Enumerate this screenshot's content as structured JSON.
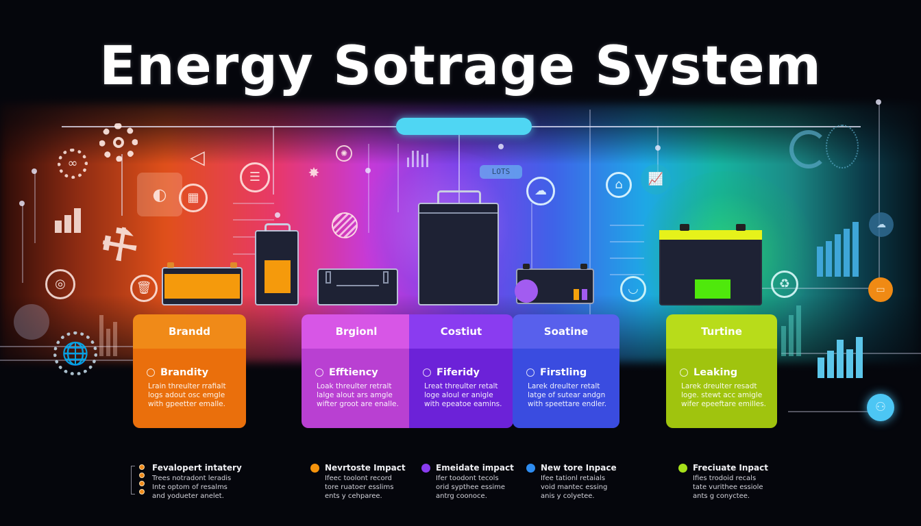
{
  "title": "Energy Sotrage System",
  "diagram": {
    "top_pill_label": "",
    "tag_label": "LOTS",
    "background_gradient": [
      "#8a2a12",
      "#e0501a",
      "#e8386a",
      "#c63ad8",
      "#7a3fe8",
      "#3f62e8",
      "#1ea8e6",
      "#16b4a0",
      "#0b3a48"
    ],
    "icons": [
      "gear-icon",
      "link-gear-icon",
      "bar-chart-icon",
      "wrench-icon",
      "target-icon",
      "trash-icon",
      "globe-gear-icon",
      "megaphone-icon",
      "calculator-icon",
      "document-search-icon",
      "virus-icon",
      "striped-globe-icon",
      "chart-icon",
      "cloud-icon",
      "home-icon",
      "analytics-icon",
      "gauge-icon",
      "recycle-icon",
      "bucket-icon",
      "monitor-icon",
      "user-icon"
    ]
  },
  "batteries": [
    {
      "name": "battery-orange-wide",
      "accent": "#f59a0c"
    },
    {
      "name": "battery-orange-tall",
      "accent": "#f59a0c"
    },
    {
      "name": "battery-black-case",
      "accent": "#1e2234"
    },
    {
      "name": "battery-large-dark",
      "accent": "#1e2234"
    },
    {
      "name": "battery-purple-module",
      "accent": "#a25cf0"
    },
    {
      "name": "battery-green-car",
      "accent": "#4fe80c"
    }
  ],
  "cards": [
    {
      "header": "Brandd",
      "feature": "Brandity",
      "lines": [
        "Lrain threulter rrafialt",
        "logs adout osc emgle",
        "with gpeetter emalle."
      ],
      "head_color": "#f08a18",
      "body_color": "#ea6f0c"
    },
    {
      "header": "Brgionl",
      "feature": "Efftiency",
      "lines": [
        "Loak threulter retralt",
        "lalge alout ars amgle",
        "wifter groot are enalle."
      ],
      "head_color": "#d756e6",
      "body_color": "#b940d2"
    },
    {
      "header": "Costiut",
      "feature": "Fiferidy",
      "lines": [
        "Lreat threulter retalt",
        "loge aloul er anigle",
        "with epeatoe eamins."
      ],
      "head_color": "#8a3cf0",
      "body_color": "#6c22d8"
    },
    {
      "header": "Soatine",
      "feature": "Firstling",
      "lines": [
        "Larek dreulter retalt",
        "latge of sutear andgn",
        "with speettare endler."
      ],
      "head_color": "#5860ec",
      "body_color": "#3a4ce0"
    },
    {
      "header": "Turtine",
      "feature": "Leaking",
      "lines": [
        "Larek dreulter resadt",
        "loge. stewt acc amigle",
        "wifer epeeftare emilles."
      ],
      "head_color": "#b8dc1a",
      "body_color": "#a0c40e"
    }
  ],
  "impacts": [
    {
      "title": "Fevalopert intatery",
      "lines": [
        "Trees notradont leradis",
        "Inte optom of resalms",
        "and yodueter anelet."
      ],
      "color": "#f08a1a"
    },
    {
      "title": "Nevrtoste Impact",
      "lines": [
        "Ifeec toolont record",
        "tore ruatoer esslims",
        "ents y cehparee."
      ],
      "color": "#f5930c"
    },
    {
      "title": "Emeidate impact",
      "lines": [
        "Ifer toodont tecols",
        "orid sypthee essime",
        "antrg coonoce."
      ],
      "color": "#8a3cf0"
    },
    {
      "title": "New tore Inpace",
      "lines": [
        "Ifee tationl retaials",
        "void mantec essing",
        "anis y colyetee."
      ],
      "color": "#2e8cf0"
    },
    {
      "title": "Freciuate Inpact",
      "lines": [
        "Ifies trodoid recals",
        "tate vurithee essiole",
        "ants g conyctee."
      ],
      "color": "#a6e01a"
    }
  ]
}
